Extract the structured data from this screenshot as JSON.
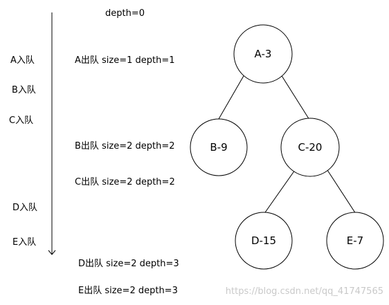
{
  "timeline": {
    "start_label": "depth=0",
    "enqueue_labels": [
      "A入队",
      "B入队",
      "C入队",
      "D入队",
      "E入队"
    ],
    "dequeue_labels": [
      "A出队  size=1  depth=1",
      "B出队  size=2  depth=2",
      "C出队  size=2  depth=2",
      "D出队  size=2  depth=3",
      "E出队  size=2  depth=3"
    ]
  },
  "tree": {
    "nodes": [
      {
        "id": "A",
        "label": "A-3"
      },
      {
        "id": "B",
        "label": "B-9"
      },
      {
        "id": "C",
        "label": "C-20"
      },
      {
        "id": "D",
        "label": "D-15"
      },
      {
        "id": "E",
        "label": "E-7"
      }
    ],
    "edges": [
      [
        "A",
        "B"
      ],
      [
        "A",
        "C"
      ],
      [
        "C",
        "D"
      ],
      [
        "C",
        "E"
      ]
    ]
  },
  "watermark": "https://blog.csdn.net/qq_41747565",
  "colors": {
    "stroke": "#000000",
    "fill": "#ffffff",
    "watermark": "#c9c9c9"
  }
}
